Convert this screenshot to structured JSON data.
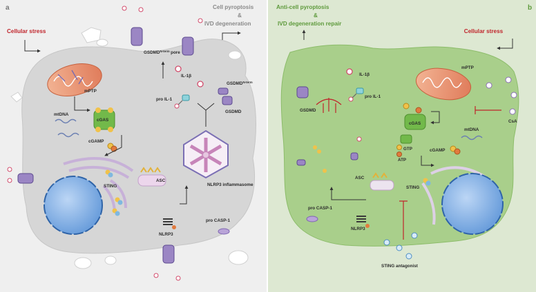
{
  "colors": {
    "panel_a_bg": "#efefef",
    "panel_b_bg": "#dde8d2",
    "cell_a": "#d6d6d6",
    "cell_b": "#a9cf8b",
    "stress_red": "#c0242b",
    "title_grey": "#8a8a8a",
    "title_green": "#5e9a3c",
    "nucleus_blue": "#5a8fd3",
    "mito_orange": "#e89a78",
    "cgas_green": "#72b94a",
    "receptor_purple": "#9b86c4"
  },
  "panel_a": {
    "letter": "a",
    "stress_label": "Cellular stress",
    "outcome_line1": "Cell pyroptosis",
    "outcome_amp": "&",
    "outcome_line2": "IVD degeneration",
    "labels": {
      "mptp": "mPTP",
      "mtdna": "mtDNA",
      "cgas": "cGAS",
      "cgamp": "cGAMP",
      "sting": "STING",
      "gsdmd_pore_base": "GSDMD",
      "gsdmd_pore_sup": "N-term",
      "gsdmd_pore_tail": "pore",
      "il1b": "IL-1β",
      "gsdmd_n_base": "GSDMD",
      "gsdmd_n_sup": "N-term",
      "pro_il1": "pro IL-1",
      "gsdmd": "GSDMD",
      "asc": "ASC",
      "nlrp3_inflammasome": "NLRP3 inflammasome",
      "nlrp3": "NLRP3",
      "pro_casp1": "pro CASP-1"
    }
  },
  "panel_b": {
    "letter": "b",
    "outcome_line1": "Anti-cell pyroptosis",
    "outcome_amp": "&",
    "outcome_line2": "IVD degeneration repair",
    "stress_label": "Cellular stress",
    "labels": {
      "il1b": "IL-1β",
      "mptp": "mPTP",
      "gsdmd": "GSDMD",
      "pro_il1": "pro IL-1",
      "cgas": "cGAS",
      "csa": "CsA",
      "mtdna": "mtDNA",
      "gtp": "GTP",
      "atp": "ATP",
      "cgamp": "cGAMP",
      "asc": "ASC",
      "sting": "STING",
      "pro_casp1": "pro CASP-1",
      "nlrp3": "NLRP3",
      "sting_antagonist": "STING antagonist"
    }
  }
}
